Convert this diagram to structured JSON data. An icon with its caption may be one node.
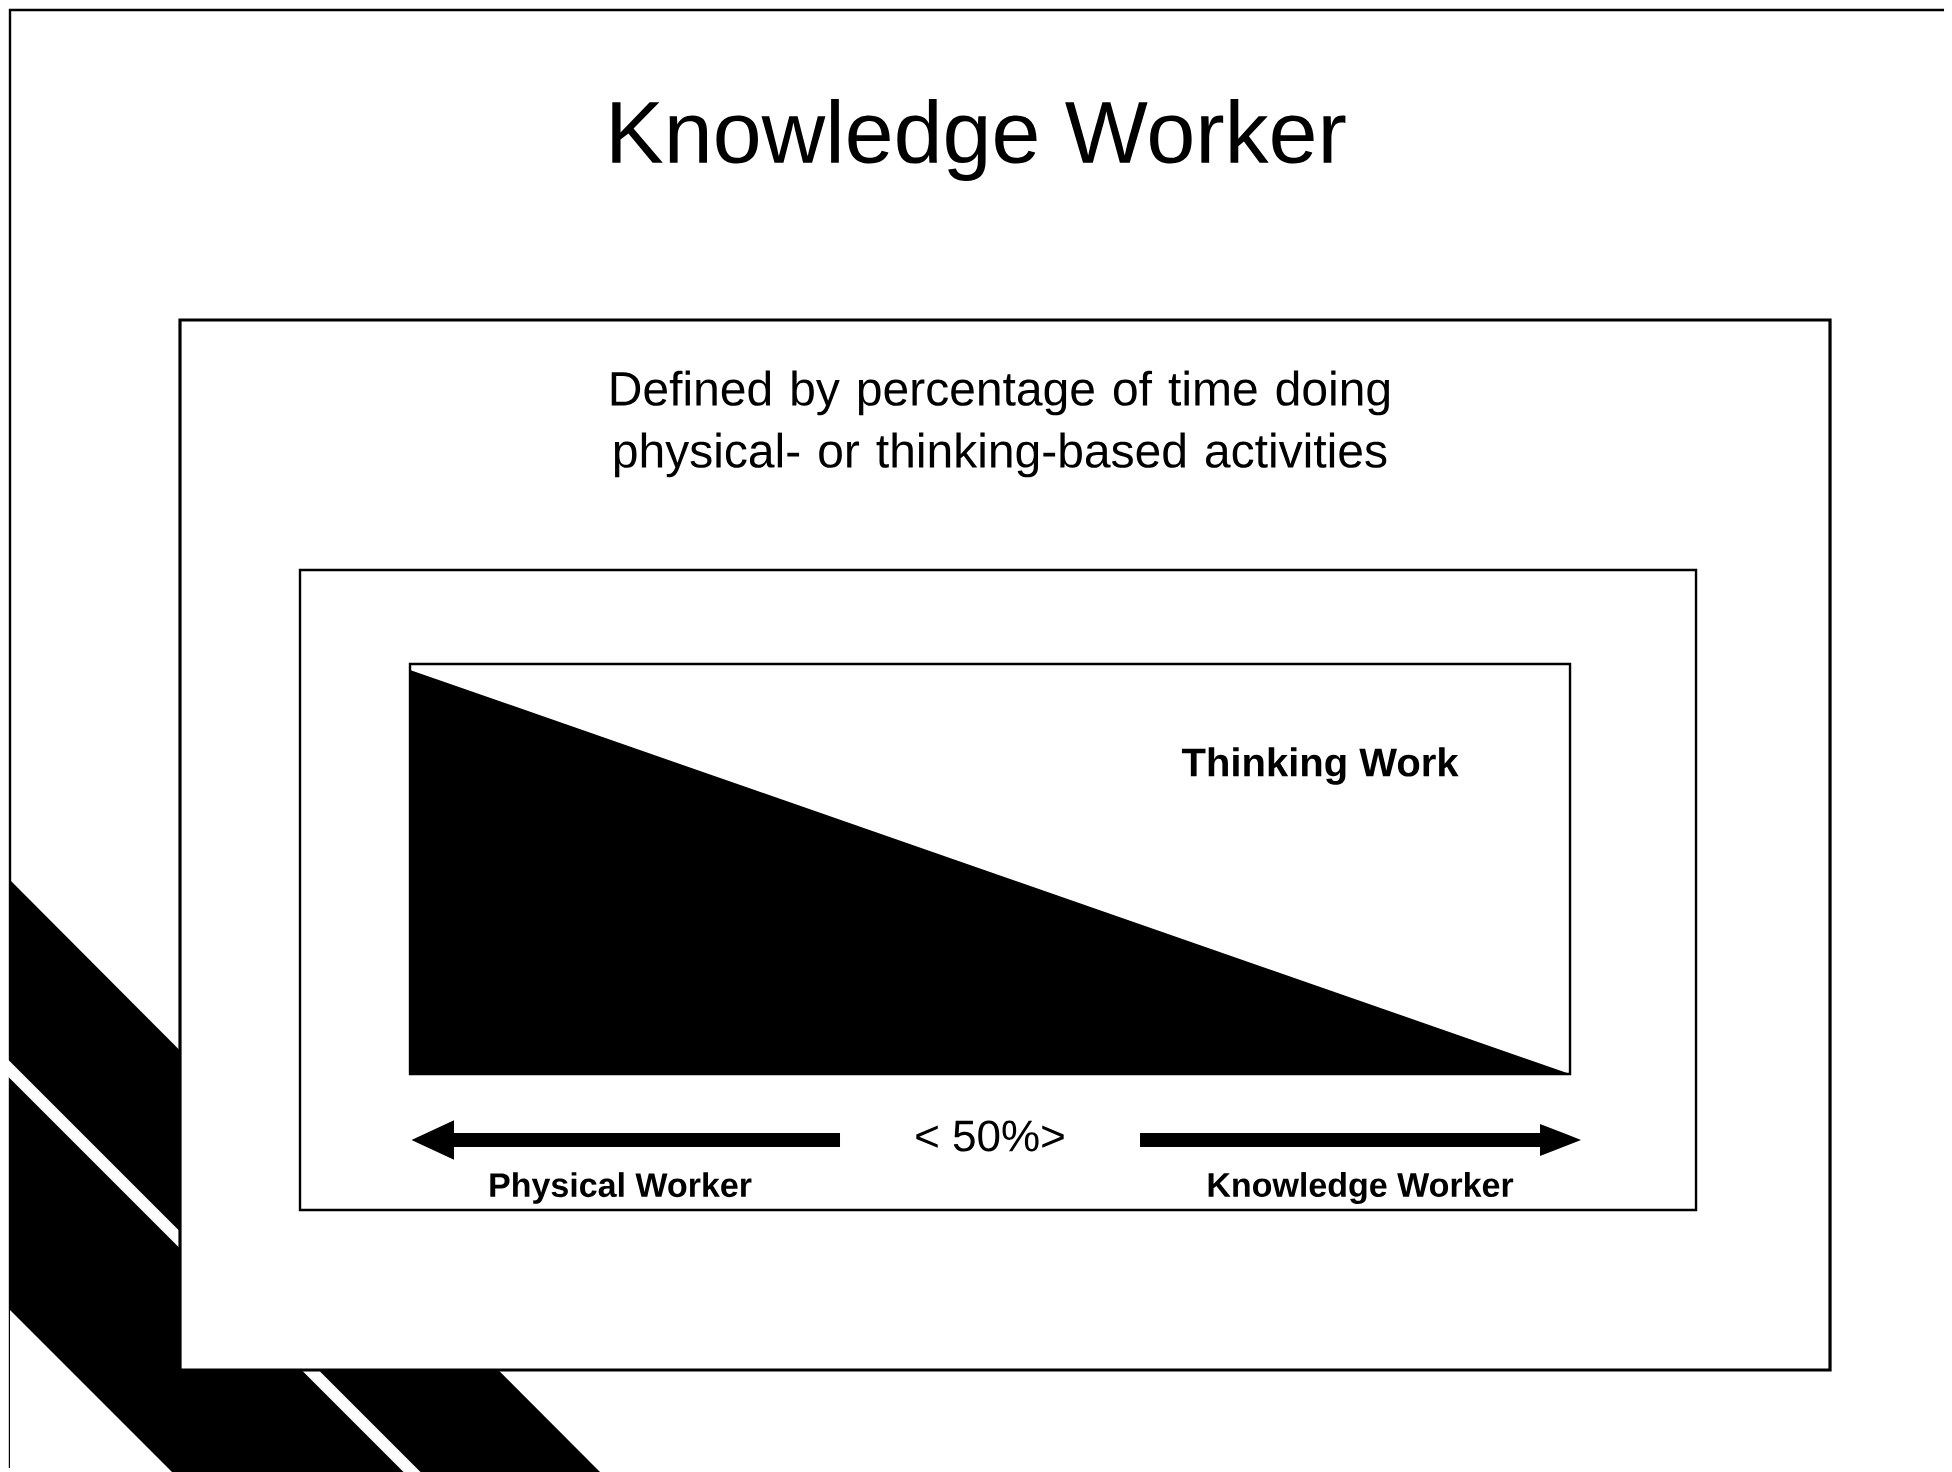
{
  "diagram": {
    "title": "Knowledge Worker",
    "nodes": [
      {
        "text": [
          "Defined by percentage of time doing physical- or thinking-based activities"
        ]
      },
      {
        "text": [],
        "shape": "box",
        "in": 0
      },
      {
        "text": [
          "Thinking Work"
        ],
        "in": 1
      }
    ],
    "labels": [
      "< 50%>",
      "Physical Worker",
      "Knowledge Worker"
    ]
  }
}
